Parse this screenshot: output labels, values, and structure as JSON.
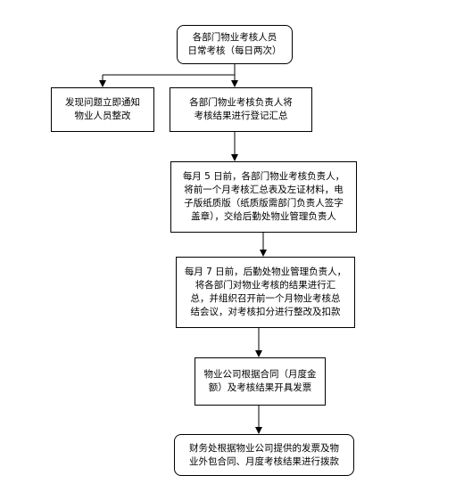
{
  "flowchart": {
    "nodes": [
      {
        "id": "n1",
        "text": "各部门物业考核人员\n日常考核（每日两次）"
      },
      {
        "id": "n2",
        "text": "发现问题立即通知\n物业人员整改"
      },
      {
        "id": "n3",
        "text": "各部门物业考核负责人将\n考核结果进行登记汇总"
      },
      {
        "id": "n4",
        "text": "每月 5 日前，各部门物业考核负责人，\n将前一个月考核汇总表及左证材料，电\n子版纸质版（纸质版需部门负责人签字\n盖章），交给后勤处物业管理负责人"
      },
      {
        "id": "n5",
        "text": "每月 7 日前，后勤处物业管理负责人，\n将各部门对物业考核的结果进行汇\n总，并组织召开前一个月物业考核总\n结会议，对考核扣分进行整改及扣款"
      },
      {
        "id": "n6",
        "text": "物业公司根据合同（月度金\n额）及考核结果开具发票"
      },
      {
        "id": "n7",
        "text": "财务处根据物业公司提供的发票及物\n业外包合同、月度考核结果进行拨款"
      }
    ]
  }
}
